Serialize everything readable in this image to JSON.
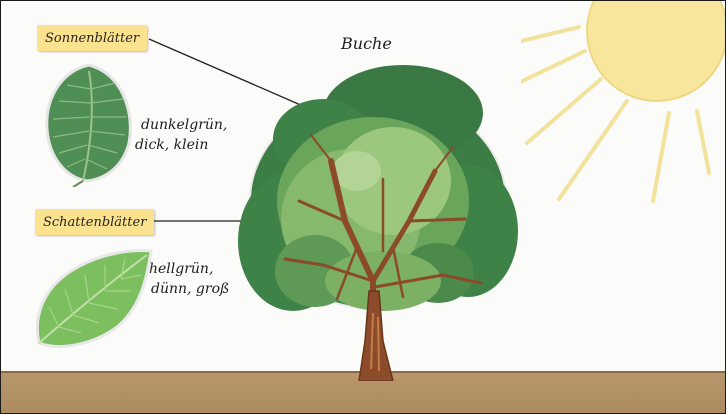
{
  "diagram": {
    "title": "Buche",
    "labels": [
      {
        "id": "sun-leaves",
        "text": "Sonnenblätter",
        "description_line1": "dunkelgrün,",
        "description_line2": "dick, klein"
      },
      {
        "id": "shade-leaves",
        "text": "Schattenblätter",
        "description_line1": "hellgrün,",
        "description_line2": "dünn, groß"
      }
    ]
  },
  "colors": {
    "ground": "#b08e62",
    "note": "#fbe28f",
    "sun": "#f7e69b",
    "sun_rays": "#f3e2a0",
    "dark_foliage": "#3d7f46",
    "light_foliage": "#9cc77f",
    "trunk": "#8b4a2a"
  }
}
